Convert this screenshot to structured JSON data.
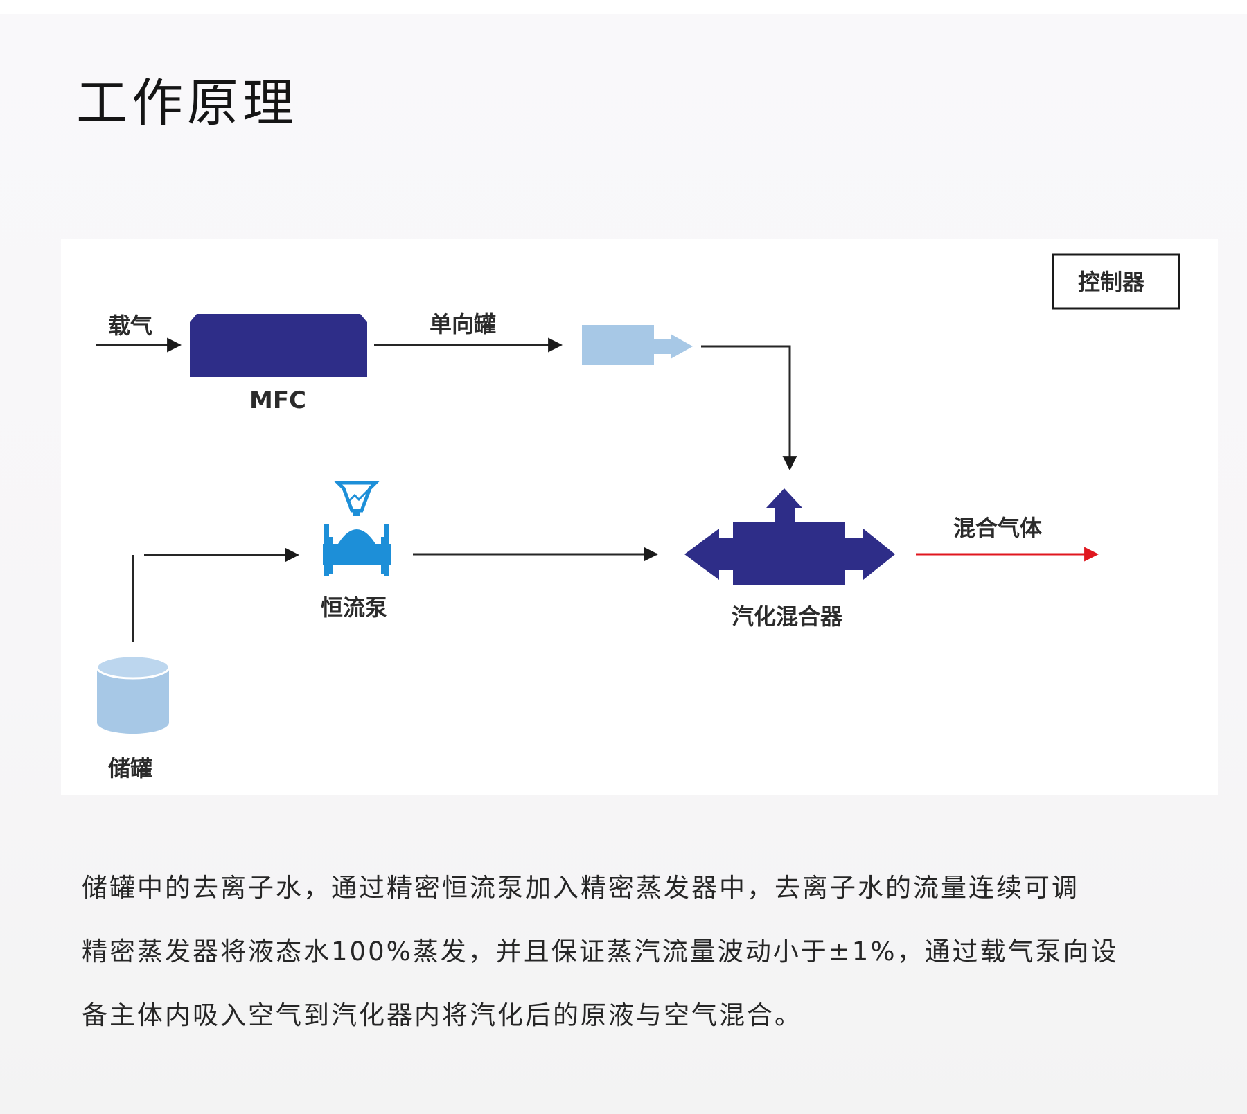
{
  "title": "工作原理",
  "diagram": {
    "labels": {
      "carrier_gas": "载气",
      "mfc": "MFC",
      "check_tank": "单向罐",
      "controller": "控制器",
      "pump": "恒流泵",
      "vaporizer_mixer": "汽化混合器",
      "mixed_gas": "混合气体",
      "storage_tank": "储罐"
    },
    "colors": {
      "dark_blue": "#2e2d88",
      "light_blue": "#a7c8e6",
      "pump_blue": "#1d8fd8",
      "arrow_red": "#e0171f",
      "line": "#262626"
    }
  },
  "description": [
    "储罐中的去离子水，通过精密恒流泵加入精密蒸发器中，去离子水的流量连续可调",
    "精密蒸发器将液态水100%蒸发，并且保证蒸汽流量波动小于±1%，通过载气泵向设",
    "备主体内吸入空气到汽化器内将汽化后的原液与空气混合。"
  ]
}
